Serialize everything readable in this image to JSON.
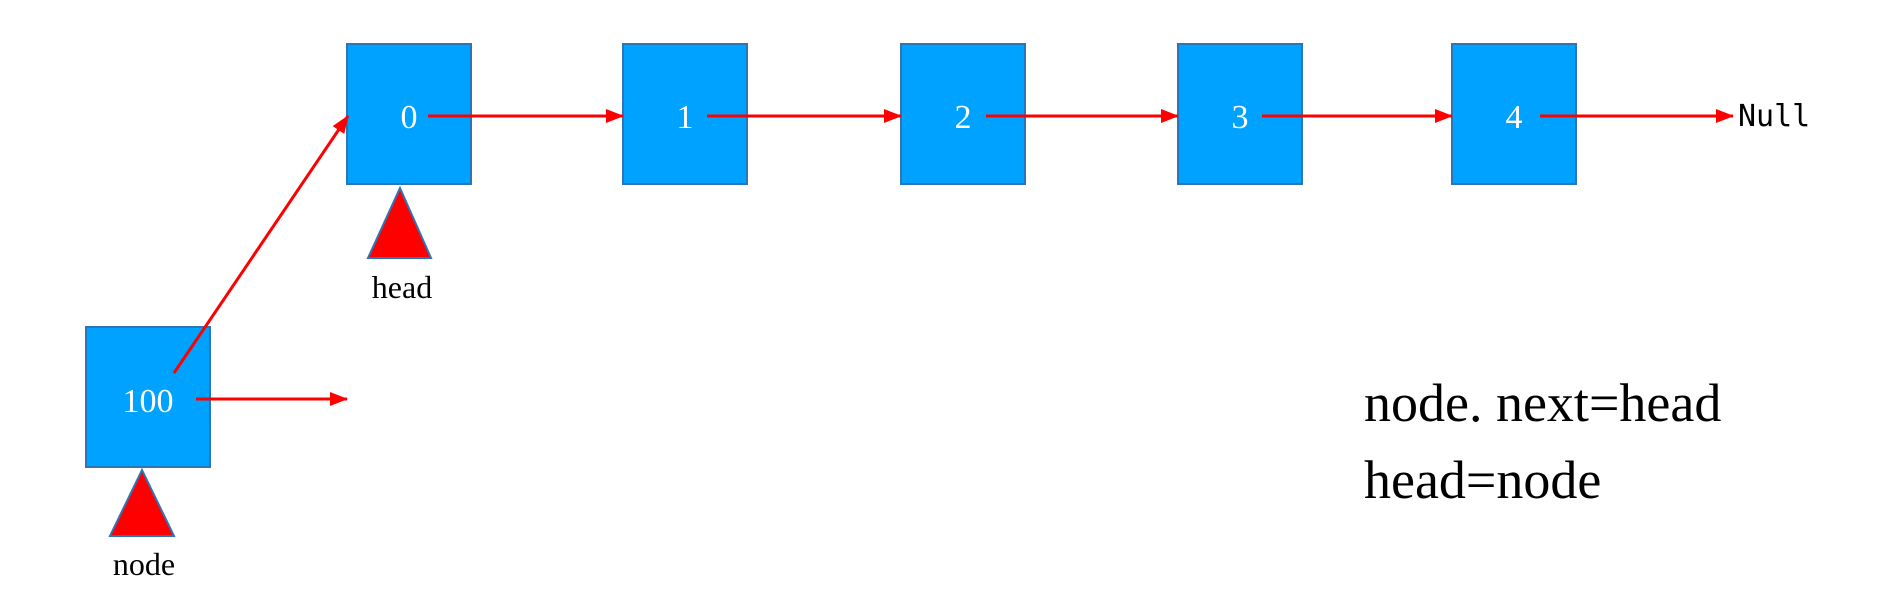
{
  "nodes": [
    {
      "id": "n0",
      "value": "0"
    },
    {
      "id": "n1",
      "value": "1"
    },
    {
      "id": "n2",
      "value": "2"
    },
    {
      "id": "n3",
      "value": "3"
    },
    {
      "id": "n4",
      "value": "4"
    },
    {
      "id": "new",
      "value": "100"
    }
  ],
  "pointers": {
    "head": "head",
    "node": "node"
  },
  "terminal": "Null",
  "code": {
    "line1": "node. next=head",
    "line2": "head=node"
  },
  "colors": {
    "node_fill": "#00a2ff",
    "node_border": "#2e75b6",
    "arrow": "#ff0000",
    "pointer": "#ff0000"
  }
}
